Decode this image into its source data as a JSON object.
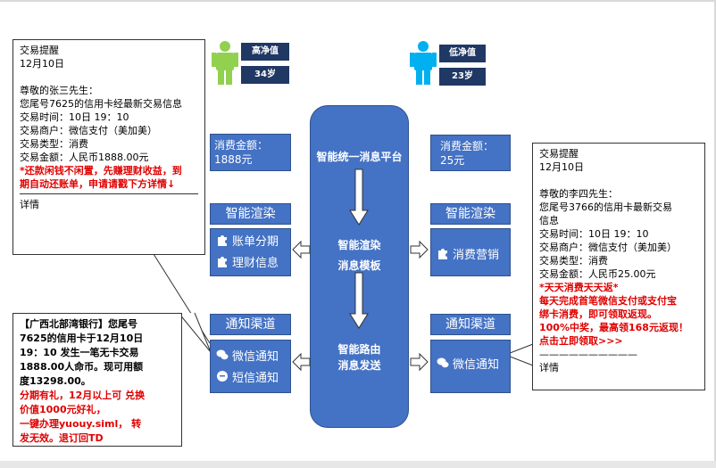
{
  "left_user": {
    "tag_value": "高净值",
    "tag_age": "34岁",
    "color": "#92d050"
  },
  "right_user": {
    "tag_value": "低净值",
    "tag_age": "23岁",
    "color": "#00b0f0"
  },
  "left_sms_card": {
    "title": "交易提醒",
    "date": "12月10日",
    "greeting": "尊敬的张三先生：",
    "line1": "您尾号7625的信用卡经最新交易信息",
    "time": "交易时间：10日 19：10",
    "merchant": "交易商户：微信支付（美加美）",
    "type": "交易类型：消费",
    "amount": "交易金额：人民币1888.00元",
    "promo": [
      "*还款闲钱不闲置，先赚理财收益，到",
      "期自动还账单，申请请戳下方详情↓"
    ],
    "details": "详情"
  },
  "left_sms_text": {
    "lines": [
      "【广西北部湾银行】您尾号",
      "7625的信用卡于12月10日",
      "19：10 发生一笔无卡交易",
      "1888.00人命币。现可用额",
      "度13298.00。"
    ],
    "promo": [
      "分期有礼，12月以上可 兑换",
      "价值1000元好礼，",
      "一键办理yuouy.siml， 转",
      "发无效。退订回TD"
    ]
  },
  "right_sms_card": {
    "title": "交易提醒",
    "date": "12月10日",
    "greeting": "尊敬的李四先生：",
    "line1": "您尾号3766的信用卡最新交易",
    "line2": "信息",
    "time": "交易时间：10日 19：10",
    "merchant": "交易商户：微信支付（美加美）",
    "type": "交易类型：消费",
    "amount": "交易金额：人民币25.00元",
    "promo": [
      "*天天消费天天返*",
      "每天完成首笔微信支付或支付宝",
      "绑卡消费，即可领取返现。",
      "100%中奖，最高领168元返现！",
      "点击立即领取>>>"
    ],
    "divider": "——————————",
    "details": "详情"
  },
  "left_panel": {
    "amount_label": "消费金额：",
    "amount_value": "1888元",
    "render_title": "智能渲染",
    "render_items": [
      "账单分期",
      "理财信息"
    ],
    "channel_title": "通知渠道",
    "channel_items": [
      "微信通知",
      "短信通知"
    ]
  },
  "right_panel": {
    "amount_label": "消费金额：",
    "amount_value": "25元",
    "render_title": "智能渲染",
    "render_items": [
      "消费营销"
    ],
    "channel_title": "通知渠道",
    "channel_items": [
      "微信通知"
    ]
  },
  "platform": {
    "title": "智能统一消息平台",
    "template_line1": "智能渲染",
    "template_line2": "消息模板",
    "route_line1": "智能路由",
    "route_line2": "消息发送"
  }
}
